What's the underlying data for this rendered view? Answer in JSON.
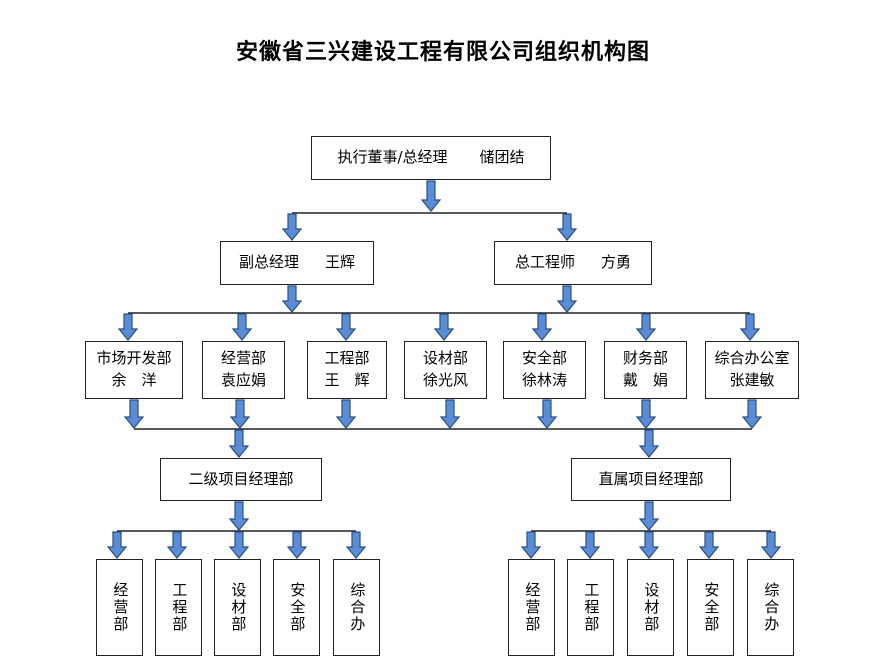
{
  "title": "安徽省三兴建设工程有限公司组织机构图",
  "top": {
    "role": "执行董事/总经理",
    "name": "储团结"
  },
  "deputies": [
    {
      "role": "副总经理",
      "name": "王辉"
    },
    {
      "role": "总工程师",
      "name": "方勇"
    }
  ],
  "departments": [
    {
      "dept": "市场开发部",
      "name": "余　洋"
    },
    {
      "dept": "经营部",
      "name": "袁应娟"
    },
    {
      "dept": "工程部",
      "name": "王　辉"
    },
    {
      "dept": "设材部",
      "name": "徐光风"
    },
    {
      "dept": "安全部",
      "name": "徐林涛"
    },
    {
      "dept": "财务部",
      "name": "戴　娟"
    },
    {
      "dept": "综合办公室",
      "name": "张建敏"
    }
  ],
  "project_depts": [
    {
      "label": "二级项目经理部",
      "subs": [
        "经营部",
        "工程部",
        "设材部",
        "安全部",
        "综合办"
      ]
    },
    {
      "label": "直属项目经理部",
      "subs": [
        "经营部",
        "工程部",
        "设材部",
        "安全部",
        "综合办"
      ]
    }
  ],
  "colors": {
    "arrow_fill": "#5B8DD6",
    "arrow_stroke": "#2B4F86",
    "line": "#222222"
  }
}
